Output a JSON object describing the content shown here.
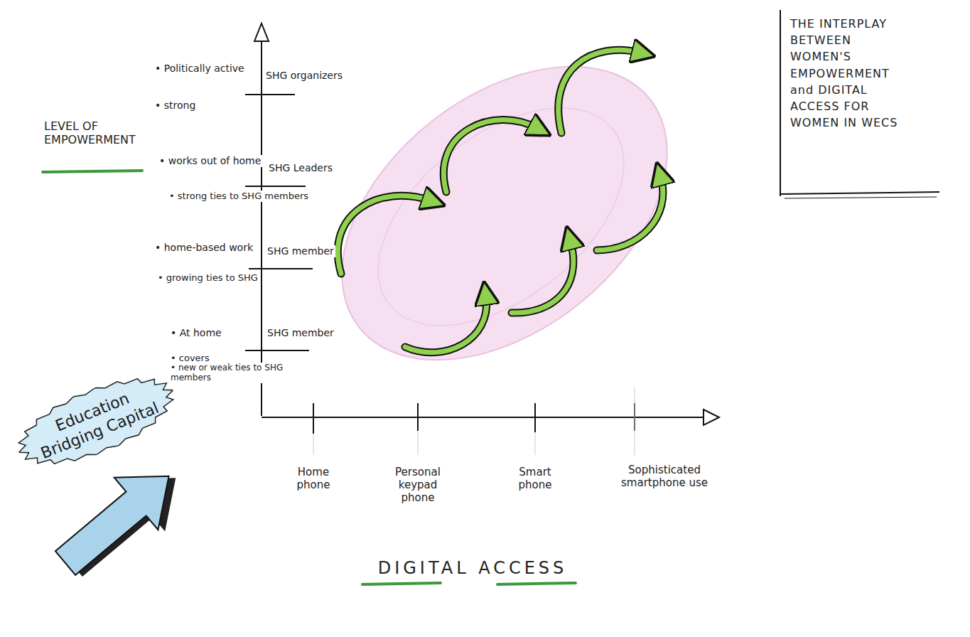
{
  "diagram": {
    "title": "THE INTERPLAY BETWEEN WOMEN'S EMPOWERMENT and DIGITAL ACCESS FOR WOMEN IN WECS",
    "nodes": [
      {
        "text": [
          "Education Bridging Capital"
        ]
      }
    ],
    "labels": [
      "LEVEL OF EMPOWERMENT",
      "• Politically active",
      "SHG organizers",
      "• strong",
      "• works out of home",
      "SHG Leaders",
      "• strong ties to SHG members",
      "• home-based work",
      "SHG member",
      "• growing ties to SHG",
      "• At home",
      "SHG member",
      "• covers",
      "• new or weak ties to SHG members",
      "Home phone",
      "Personal keypad phone",
      "Smart phone",
      "Sophisticated smartphone use",
      "DIGITAL ACCESS"
    ]
  }
}
